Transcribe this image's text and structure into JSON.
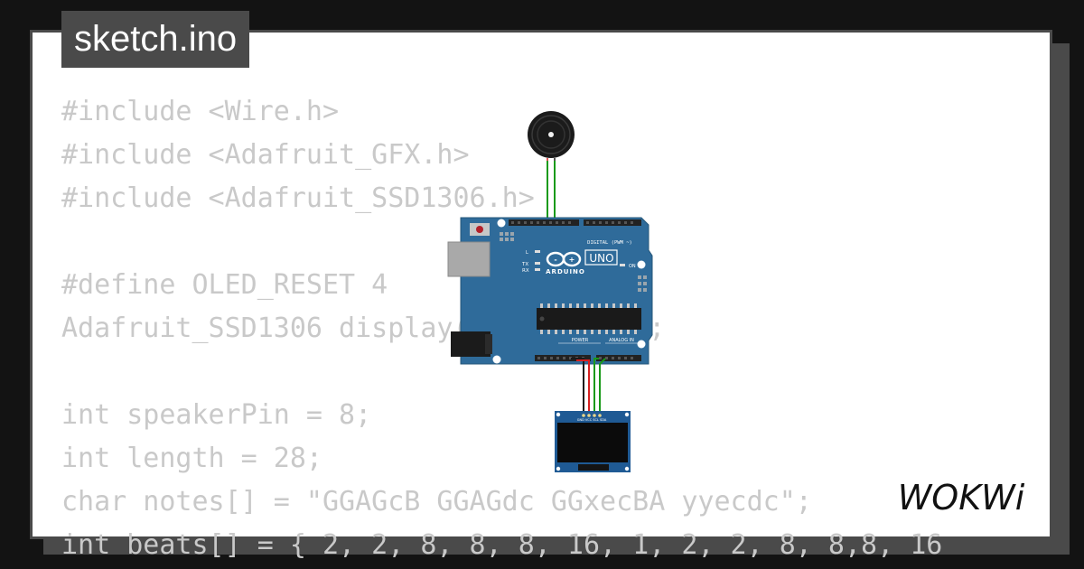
{
  "tab": {
    "filename": "sketch.ino"
  },
  "code": {
    "lines": [
      "#include <Wire.h>",
      "#include <Adafruit_GFX.h>",
      "#include <Adafruit_SSD1306.h>",
      "",
      "#define OLED_RESET 4",
      "Adafruit_SSD1306 display(OLED_RESET);",
      "",
      "int speakerPin = 8;",
      "int length = 28;",
      "char notes[] = \"GGAGcB GGAGdc GGxecBA yyecdc\";",
      "int beats[] = { 2, 2, 8, 8, 8, 16, 1, 2, 2, 8, 8,8, 16"
    ]
  },
  "board": {
    "model": "UNO",
    "brand": "ARDUINO",
    "digital_label": "DIGITAL (PWM ~)",
    "power_label": "POWER",
    "analog_label": "ANALOG IN",
    "tx_label": "TX",
    "rx_label": "RX",
    "l_label": "L",
    "on_label": "ON"
  },
  "oled": {
    "pins": "GND VCC SCL SDA"
  },
  "logo": {
    "text": "WOKWi"
  },
  "colors": {
    "background": "#131313",
    "panel_border": "#4a4a4a",
    "code_text": "#c9c9c9",
    "board_blue": "#2f6b9a",
    "wire_green": "#1a9a1a",
    "wire_red": "#d62020",
    "wire_black": "#1a1a1a"
  },
  "icons": [
    "piezo-buzzer-icon",
    "arduino-infinity-logo-icon",
    "wokwi-logo-icon"
  ]
}
